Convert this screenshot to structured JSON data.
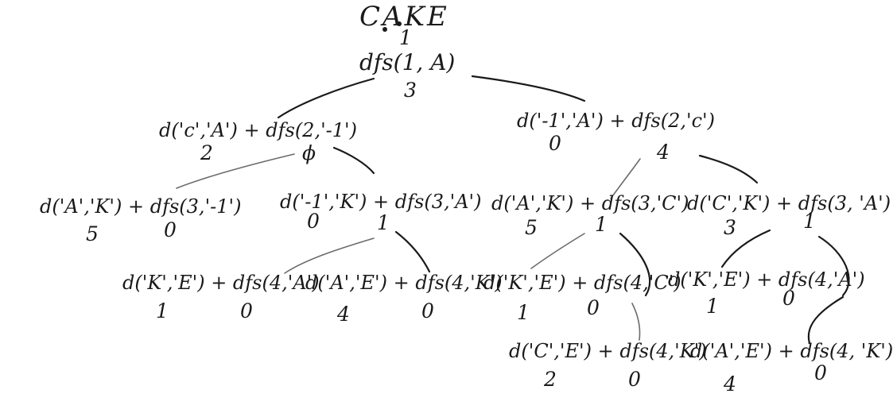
{
  "title": "CAKE",
  "root": {
    "expr": "dfs(1, A)",
    "index": "1",
    "value": "3"
  },
  "level1": [
    {
      "expr": "d('c','A') + dfs(2,'-1')",
      "left_value": "2",
      "right_value": "ϕ"
    },
    {
      "expr": "d('-1','A') + dfs(2,'c')",
      "left_value": "0",
      "right_value": "4"
    }
  ],
  "level2": [
    {
      "expr": "d('A','K') + dfs(3,'-1')",
      "left_value": "5",
      "right_value": "0"
    },
    {
      "expr": "d('-1','K') + dfs(3,'A')",
      "left_value": "0",
      "right_value": "1"
    },
    {
      "expr": "d('A','K') + dfs(3,'C')",
      "left_value": "5",
      "right_value": "1"
    },
    {
      "expr": "d('C','K') + dfs(3, 'A')",
      "left_value": "3",
      "right_value": "1"
    }
  ],
  "level3": [
    {
      "expr": "d('K','E') + dfs(4,'A')",
      "left_value": "1",
      "right_value": "0"
    },
    {
      "expr": "d('A','E') + dfs(4,'K')",
      "left_value": "4",
      "right_value": "0"
    },
    {
      "expr": "d('K','E') + dfs(4,'C')",
      "left_value": "1",
      "right_value": "0"
    },
    {
      "expr": "d('K','E') + dfs(4,'A')",
      "left_value": "1",
      "right_value": "0"
    }
  ],
  "level4": [
    {
      "expr": "d('C','E') + dfs(4,'K')",
      "left_value": "2",
      "right_value": "0"
    },
    {
      "expr": "d('A','E') + dfs(4, 'K')",
      "left_value": "4",
      "right_value": "0"
    }
  ],
  "colors": {
    "ink": "#1a1a1a",
    "pencil": "#6b6b6b",
    "paper": "#ffffff"
  }
}
